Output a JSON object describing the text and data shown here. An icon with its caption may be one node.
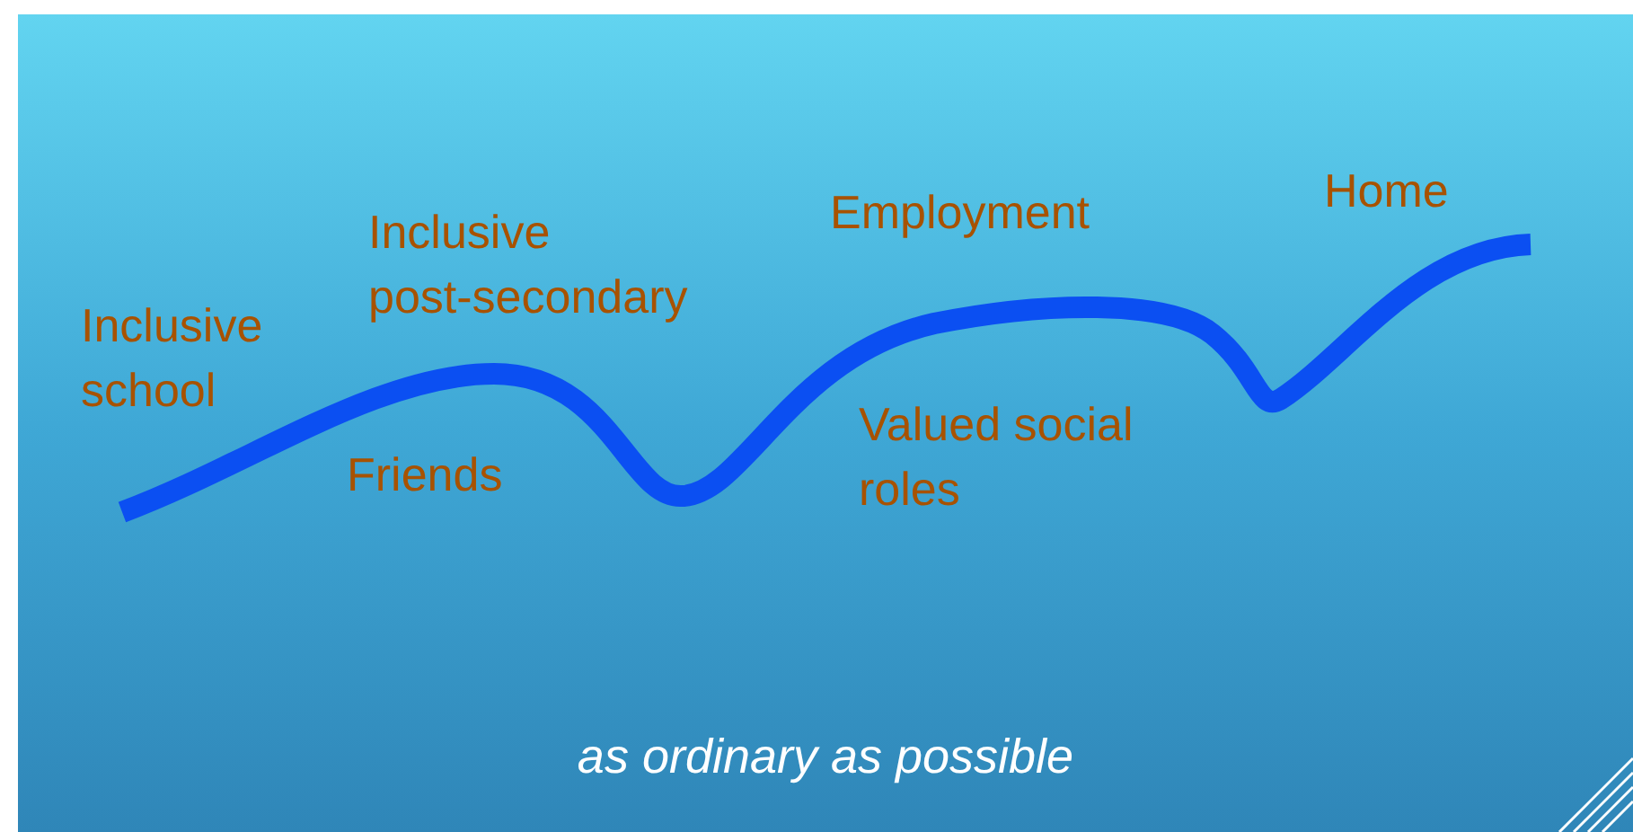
{
  "diagram": {
    "caption": "as ordinary as possible",
    "labels": [
      "Inclusive school",
      "Inclusive post-secondary",
      "Employment",
      "Home",
      "Friends",
      "Valued social roles"
    ]
  }
}
